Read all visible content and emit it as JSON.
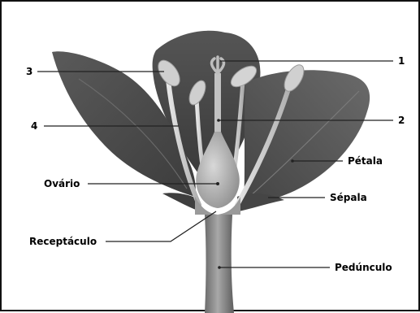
{
  "labels": {
    "stigma_number": "1",
    "style_number": "2",
    "anther_number": "3",
    "filament_number": "4",
    "ovary": "Ovário",
    "receptacle": "Receptáculo",
    "petal": "Pétala",
    "sepal": "Sépala",
    "peduncle": "Pedúnculo"
  },
  "colors": {
    "border": "#111111",
    "leader_lines": "#222222",
    "petal_dark": "#4a4a4a",
    "petal_light": "#6e6e6e",
    "stamen": "#c9c9c9",
    "pistil": "#b5b5b5",
    "stem": "#8d8d8d"
  }
}
